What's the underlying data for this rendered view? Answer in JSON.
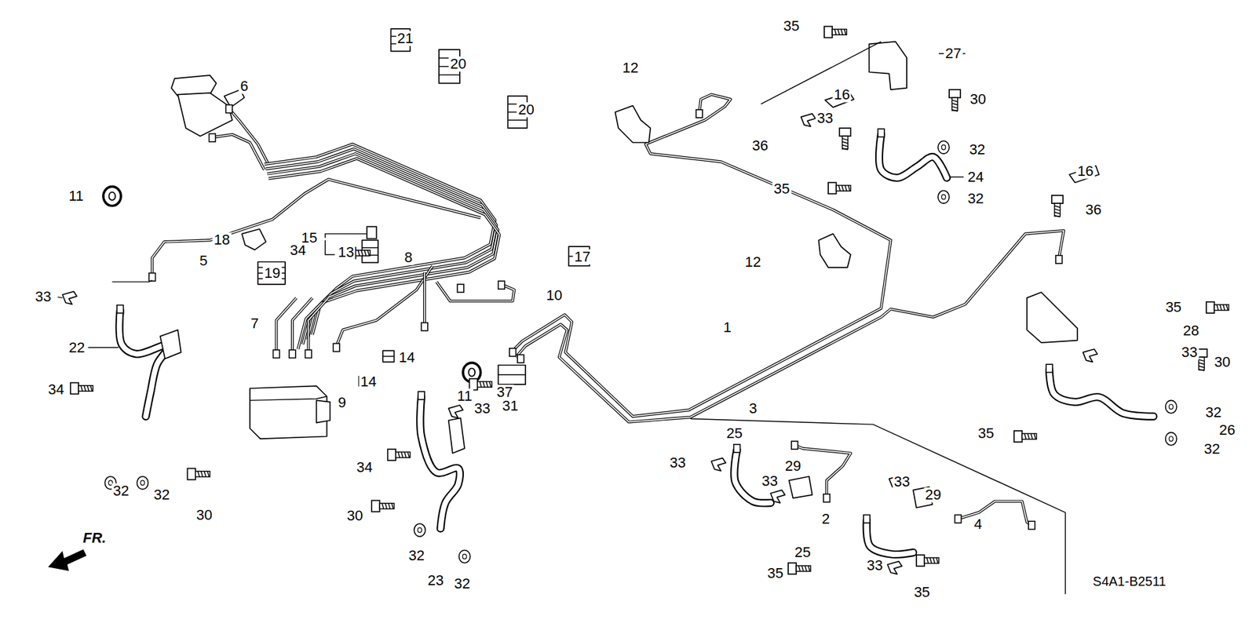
{
  "diagram": {
    "labels": [
      "35",
      "21",
      "20",
      "20",
      "12",
      "27",
      "6",
      "16",
      "30",
      "33",
      "36",
      "32",
      "11",
      "24",
      "35",
      "32",
      "16",
      "36",
      "34",
      "15",
      "18",
      "5",
      "13",
      "8",
      "19",
      "17",
      "12",
      "10",
      "33",
      "7",
      "35",
      "28",
      "1",
      "14",
      "14",
      "11",
      "37",
      "22",
      "30",
      "33",
      "9",
      "34",
      "3",
      "33",
      "31",
      "32",
      "26",
      "35",
      "32",
      "25",
      "33",
      "29",
      "33",
      "2",
      "29",
      "33",
      "4",
      "32",
      "32",
      "30",
      "34",
      "30",
      "32",
      "23",
      "32",
      "25",
      "35",
      "33",
      "35",
      "FR.",
      "S4A1-B2511"
    ]
  }
}
